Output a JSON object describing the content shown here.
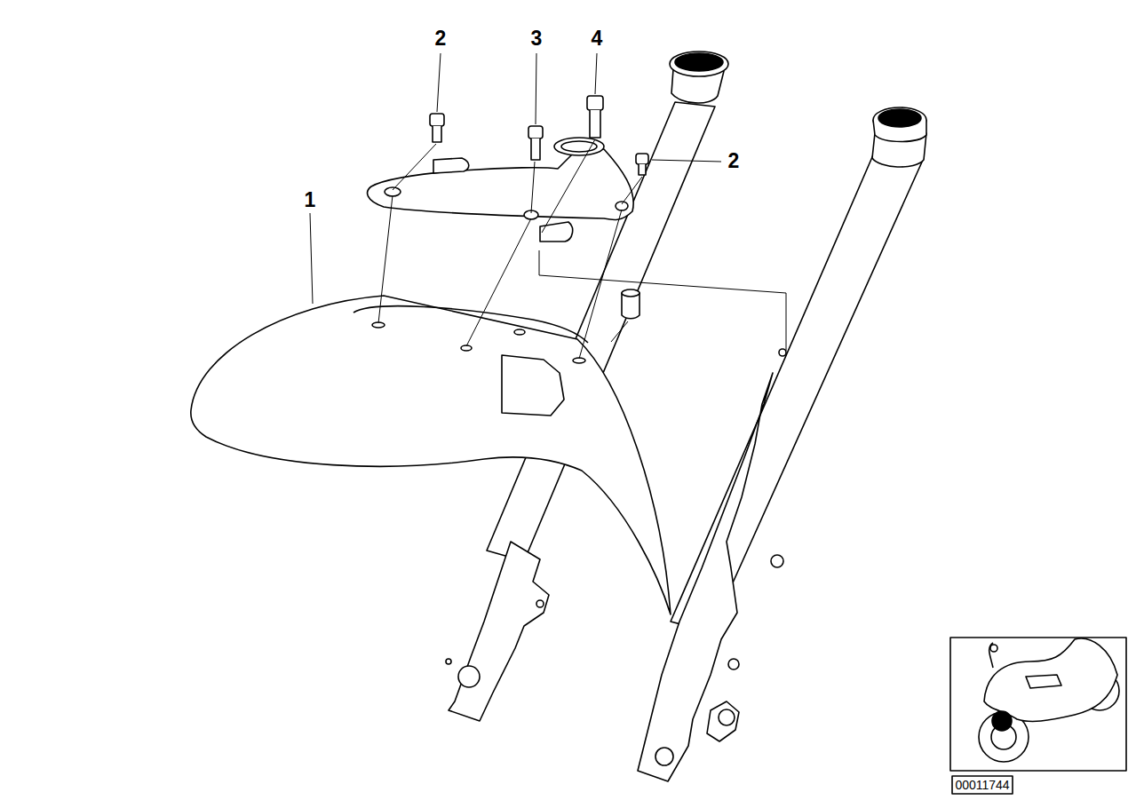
{
  "diagram": {
    "labels": [
      "2",
      "3",
      "4",
      "2",
      "1",
      "00011744"
    ]
  }
}
